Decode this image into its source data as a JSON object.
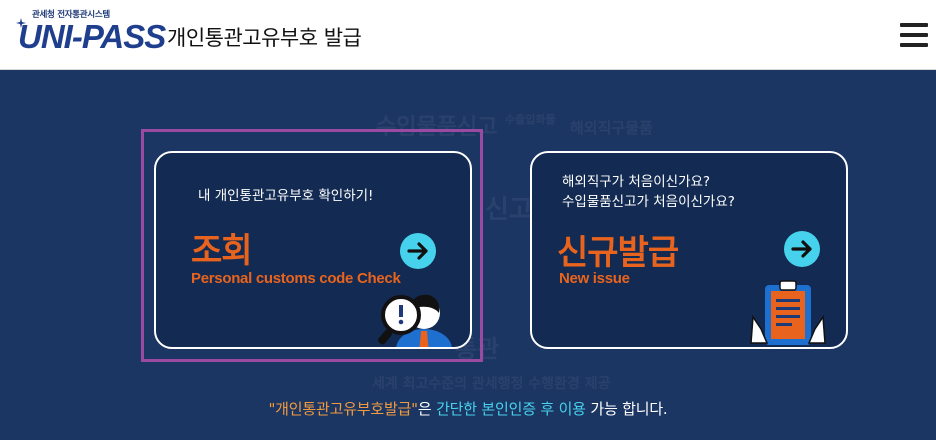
{
  "header": {
    "logo_sub": "관세청 전자통관시스템",
    "logo_main": "UNI-PASS",
    "title": "개인통관고유부호 발급"
  },
  "background_words": [
    "수입물품신고",
    "수출입화물",
    "해외직구물품",
    "통관",
    "신고",
    "세계 최고수준의 관세행정 수행환경 제공"
  ],
  "cards": [
    {
      "question": "내 개인통관고유부호 확인하기!",
      "title_ko": "조회",
      "title_en": "Personal customs code Check"
    },
    {
      "question_line1": "해외직구가 처음이신가요?",
      "question_line2": "수입물품신고가 처음이신가요?",
      "title_ko": "신규발급",
      "title_en": "New issue"
    }
  ],
  "footer": {
    "part1": "\"개인통관고유부호발급\"",
    "part2": "은 ",
    "part3": "간단한 본인인증 후 이용",
    "part4": " 가능 합니다."
  },
  "colors": {
    "background": "#1c3663",
    "card_bg": "#132a52",
    "accent_orange": "#e8641e",
    "accent_cyan": "#46d2ec",
    "focus_outline": "#9a4aa0"
  }
}
